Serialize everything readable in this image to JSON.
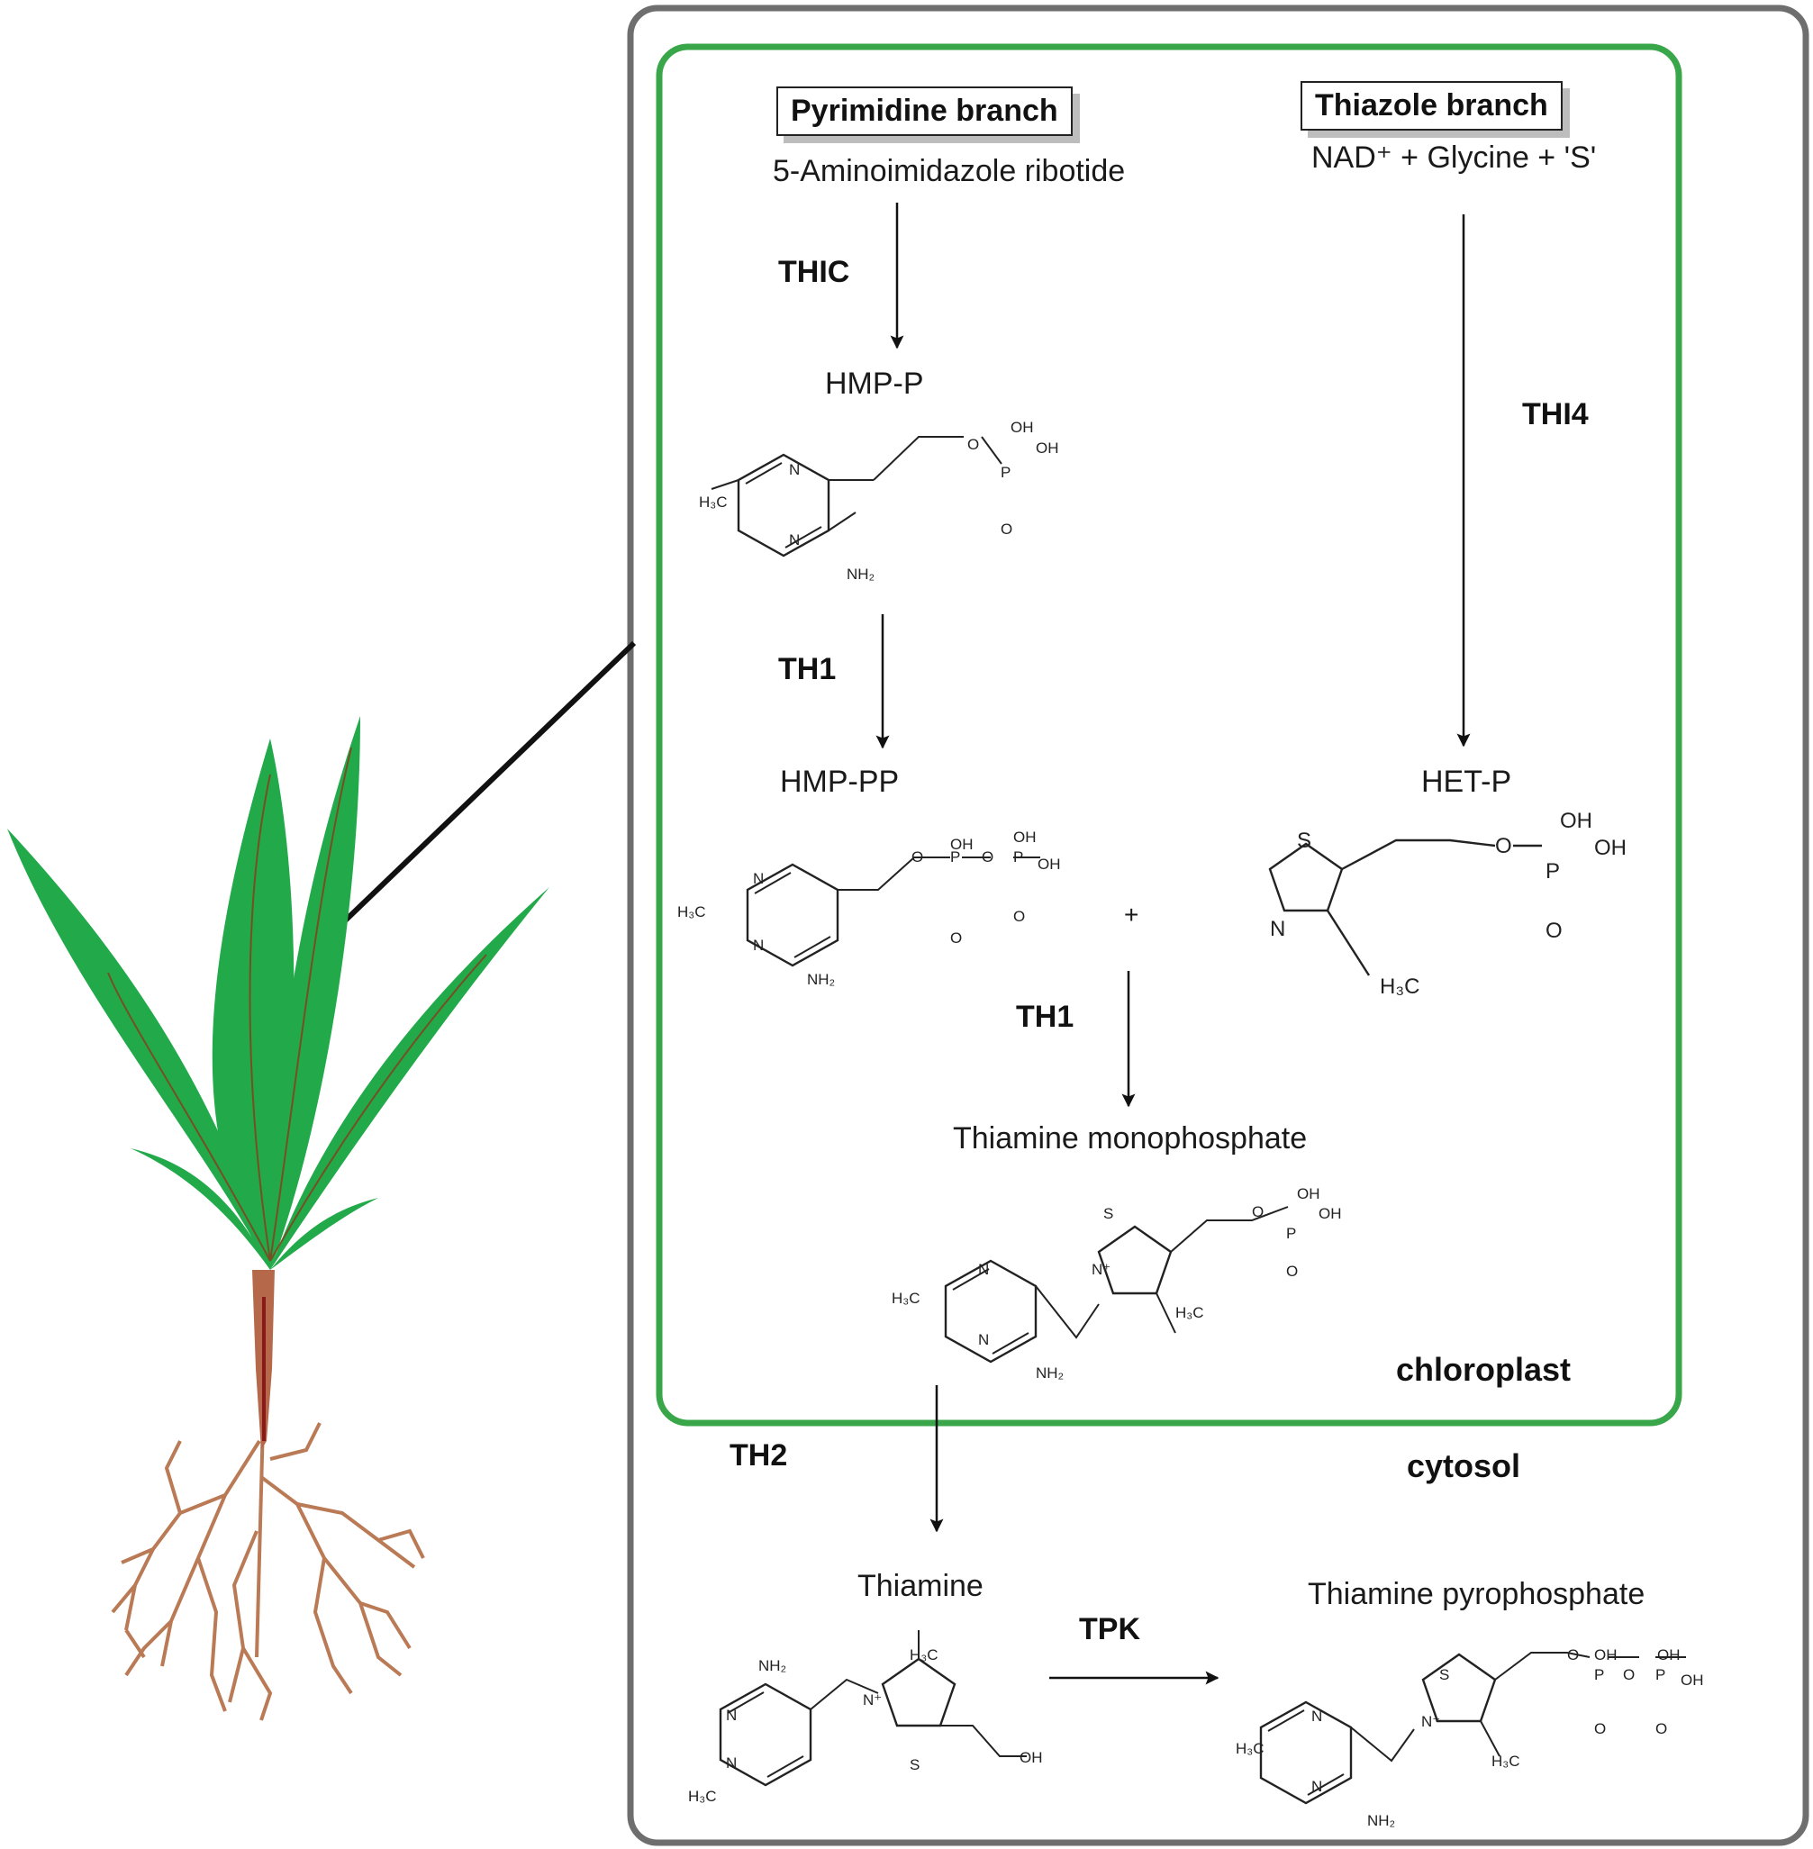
{
  "branches": {
    "pyrimidine": "Pyrimidine branch",
    "thiazole": "Thiazole branch"
  },
  "metabolites": {
    "air": "5-Aminoimidazole ribotide",
    "thiazole_substrates": "NAD⁺ + Glycine + 'S'",
    "hmp_p": "HMP-P",
    "hmp_pp": "HMP-PP",
    "het_p": "HET-P",
    "plus": "+",
    "tmp": "Thiamine monophosphate",
    "thiamine": "Thiamine",
    "tpp": "Thiamine pyrophosphate"
  },
  "enzymes": {
    "thic": "THIC",
    "th1_a": "TH1",
    "th1_b": "TH1",
    "thi4": "THI4",
    "th2": "TH2",
    "tpk": "TPK"
  },
  "compartments": {
    "chloroplast": "chloroplast",
    "cytosol": "cytosol"
  },
  "atoms": {
    "n": "N",
    "s": "S",
    "o": "O",
    "p": "P",
    "oh": "OH",
    "nh2": "NH₂",
    "h3c": "H₃C",
    "n_plus": "N⁺"
  },
  "colors": {
    "chloroplast_border": "#3aa64a",
    "cell_border": "#6e6e6e",
    "leaf": "#22a94a",
    "stem": "#b5694a",
    "root": "#b97a55"
  }
}
